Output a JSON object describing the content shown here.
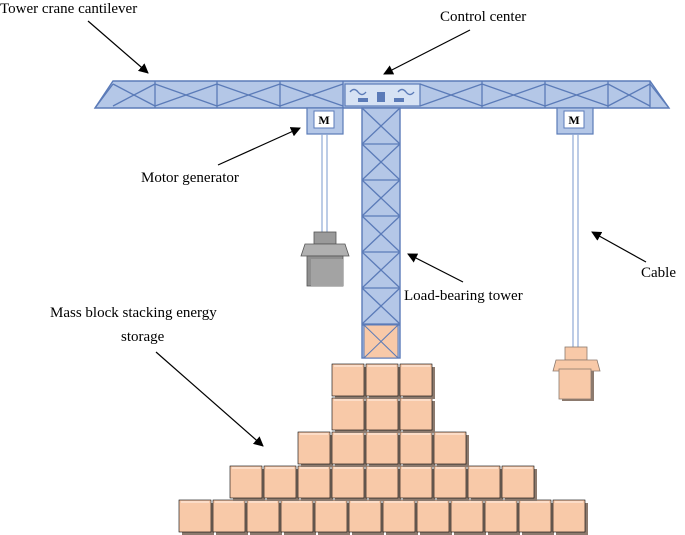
{
  "labels": {
    "tower_crane_cantilever": "Tower crane cantilever",
    "control_center": "Control center",
    "motor_generator": "Motor generator",
    "cable": "Cable",
    "load_bearing_tower": "Load-bearing tower",
    "mass_block_line1": "Mass block stacking energy",
    "mass_block_line2": "storage",
    "motor_symbol": "M"
  },
  "colors": {
    "structure_fill": "#b4c7e7",
    "structure_stroke": "#5b7bb8",
    "block_fill": "#f8c9a8",
    "block_shadow": "#8c7a6e",
    "gray_block": "#8f8f8f"
  },
  "block_rows": [
    3,
    3,
    5,
    9,
    12
  ]
}
